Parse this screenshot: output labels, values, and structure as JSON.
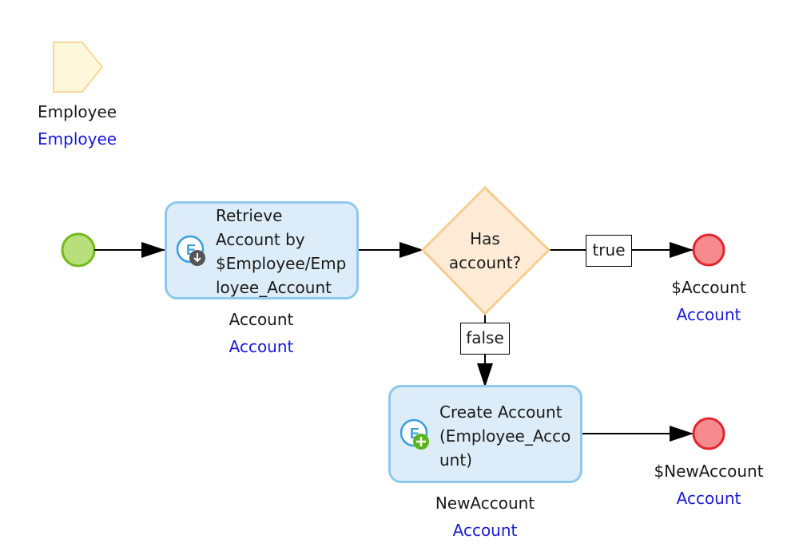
{
  "parameter": {
    "name": "Employee",
    "type": "Employee"
  },
  "retrieve_action": {
    "caption_lines": [
      "Retrieve",
      "Account by",
      "$Employee/Emp",
      "loyee_Account"
    ],
    "output_name": "Account",
    "output_type": "Account"
  },
  "decision": {
    "caption_lines": [
      "Has",
      "account?"
    ]
  },
  "flow_labels": {
    "true": "true",
    "false": "false"
  },
  "end_true": {
    "name": "$Account",
    "type": "Account"
  },
  "create_action": {
    "caption_lines": [
      "Create Account",
      "(Employee_Acco",
      "unt)"
    ],
    "output_name": "NewAccount",
    "output_type": "Account"
  },
  "end_false": {
    "name": "$NewAccount",
    "type": "Account"
  },
  "colors": {
    "start": "#b7e07c",
    "start_stroke": "#74b91b",
    "end": "#f58b8e",
    "end_stroke": "#e2262e",
    "activity_fill": "#dcedf9",
    "activity_stroke": "#8ec9ec",
    "decision_fill": "#fdebd6",
    "decision_stroke": "#f7cc8f",
    "parameter_fill": "#fff8db",
    "parameter_stroke": "#f7d79b",
    "type_text": "#1a1ad6"
  }
}
